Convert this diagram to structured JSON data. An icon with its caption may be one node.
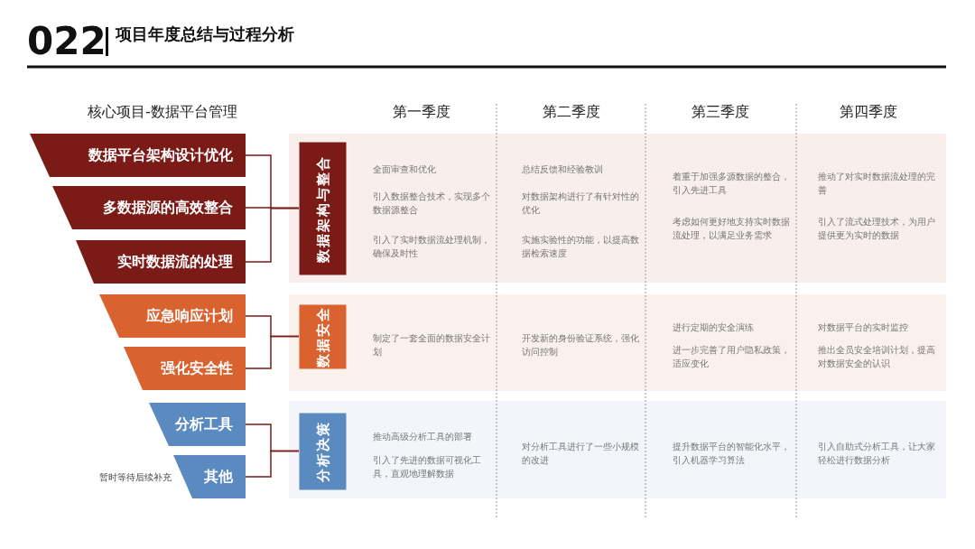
{
  "diagram": {
    "title": "项目年度总结与过程分析",
    "nodes": [
      {
        "text": [
          "数据平台架构设计优化"
        ]
      },
      {
        "text": [
          "多数据源的高效整合"
        ]
      },
      {
        "text": [
          "实时数据流的处理"
        ]
      },
      {
        "text": [
          "应急响应计划"
        ]
      },
      {
        "text": [
          "强化安全性"
        ]
      },
      {
        "text": [
          "分析工具"
        ]
      },
      {
        "text": [
          "其他"
        ],
        "beside": [
          "暂时等待后续补充"
        ]
      },
      {
        "text": [
          "数据架构与整合"
        ]
      },
      {
        "text": [
          "数据安全"
        ]
      },
      {
        "text": [
          "分析决策"
        ]
      }
    ],
    "edges": [
      {
        "from": 0,
        "to": 7,
        "arrow": "none"
      },
      {
        "from": 1,
        "to": 7,
        "arrow": "none"
      },
      {
        "from": 2,
        "to": 7,
        "arrow": "none"
      },
      {
        "from": 3,
        "to": 8,
        "arrow": "none"
      },
      {
        "from": 4,
        "to": 8,
        "arrow": "none"
      },
      {
        "from": 5,
        "to": 9,
        "arrow": "none"
      },
      {
        "from": 6,
        "to": 9,
        "arrow": "none"
      }
    ],
    "labels": [
      "022",
      "核心项目-数据平台管理",
      "第一季度",
      "第二季度",
      "第三季度",
      "第四季度",
      "全面审查和优化",
      "引入数据整合技术，实现多个数据源整合",
      "引入了实时数据流处理机制，确保及时性",
      "总结反馈和经验教训",
      "对数据架构进行了有针对性的优化",
      "实施实验性的功能，以提高数据检索速度",
      "着重于加强多源数据的整合，引入先进工具",
      "考虑如何更好地支持实时数据流处理，以满足业务需求",
      "推动了对实时数据流处理的完善",
      "引入了流式处理技术，为用户提供更为实时的数据",
      "制定了一套全面的数据安全计划",
      "开发新的身份验证系统，强化访问控制",
      "进行定期的安全演练",
      "进一步完善了用户隐私政策，适应变化",
      "对数据平台的实时监控",
      "推出全员安全培训计划，提高对数据安全的认识",
      "推动高级分析工具的部署",
      "引入了先进的数据可视化工具，直观地理解数据",
      "对分析工具进行了一些小规模的改进",
      "提升数据平台的智能化水平，引入机器学习算法",
      "引入自助式分析工具，让大家轻松进行数据分析"
    ]
  }
}
